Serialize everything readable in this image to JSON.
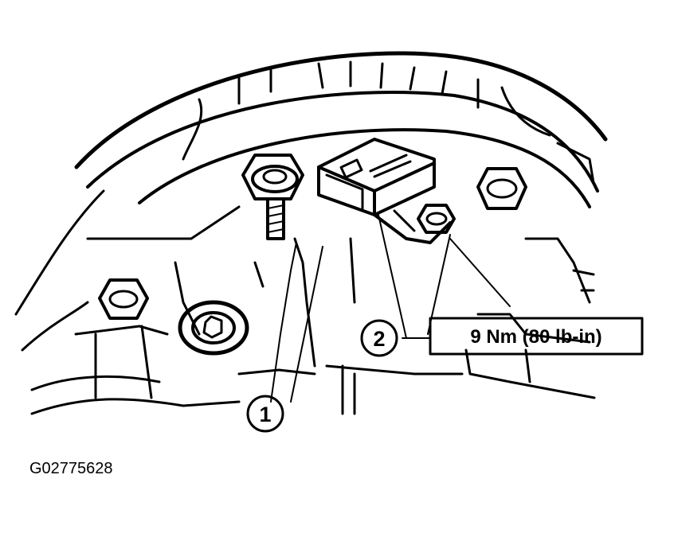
{
  "callouts": [
    {
      "number": "1"
    },
    {
      "number": "2"
    }
  ],
  "torque_spec": "9 Nm (80 lb-in)",
  "figure_id": "G02775628"
}
